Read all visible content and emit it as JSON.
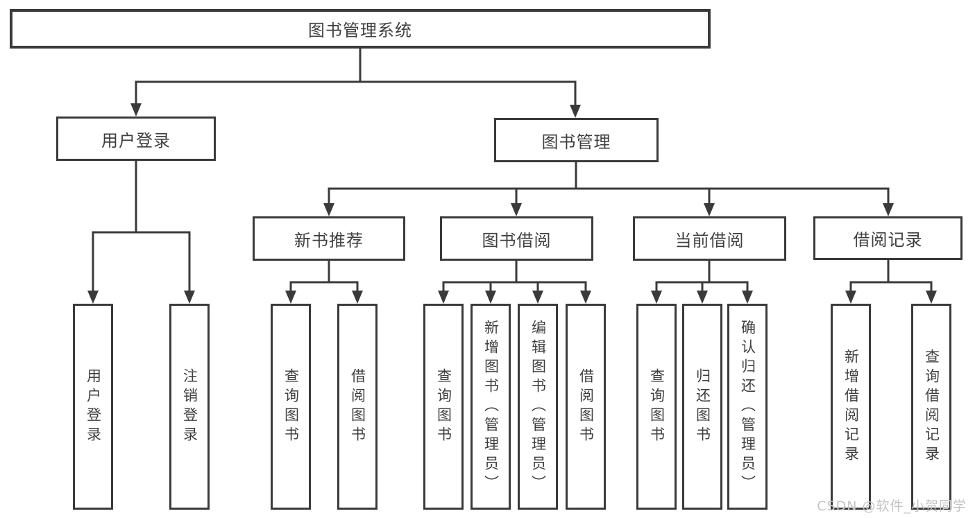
{
  "diagram": {
    "root": {
      "label": "图书管理系统"
    },
    "branches": [
      {
        "label": "用户登录",
        "leaves": [
          {
            "label": "用户登录"
          },
          {
            "label": "注销登录"
          }
        ]
      },
      {
        "label": "图书管理",
        "groups": [
          {
            "label": "新书推荐",
            "leaves": [
              {
                "label": "查询图书"
              },
              {
                "label": "借阅图书"
              }
            ]
          },
          {
            "label": "图书借阅",
            "leaves": [
              {
                "label": "查询图书"
              },
              {
                "label": "新增图书（管理员）"
              },
              {
                "label": "编辑图书（管理员）"
              },
              {
                "label": "借阅图书"
              }
            ]
          },
          {
            "label": "当前借阅",
            "leaves": [
              {
                "label": "查询图书"
              },
              {
                "label": "归还图书"
              },
              {
                "label": "确认归还（管理员）"
              }
            ]
          },
          {
            "label": "借阅记录",
            "leaves": [
              {
                "label": "新增借阅记录"
              },
              {
                "label": "查询借阅记录"
              }
            ]
          }
        ]
      }
    ]
  },
  "watermark": {
    "text": "CSDN @软件_小贺同学"
  },
  "colors": {
    "line": "#3a3a3a",
    "text": "#3f3f3f",
    "background": "#ffffff",
    "watermark": "#c4c4c4"
  }
}
